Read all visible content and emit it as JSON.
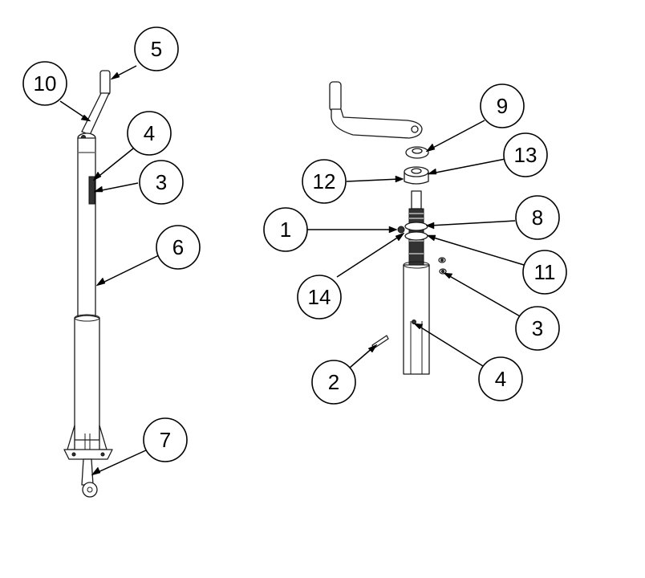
{
  "assembled_view": {
    "callouts": [
      {
        "id": "10",
        "label": "10"
      },
      {
        "id": "5",
        "label": "5"
      },
      {
        "id": "4",
        "label": "4"
      },
      {
        "id": "3",
        "label": "3"
      },
      {
        "id": "6",
        "label": "6"
      },
      {
        "id": "7",
        "label": "7"
      }
    ]
  },
  "exploded_view": {
    "callouts": [
      {
        "id": "9",
        "label": "9"
      },
      {
        "id": "13",
        "label": "13"
      },
      {
        "id": "12",
        "label": "12"
      },
      {
        "id": "1",
        "label": "1"
      },
      {
        "id": "8",
        "label": "8"
      },
      {
        "id": "11",
        "label": "11"
      },
      {
        "id": "14",
        "label": "14"
      },
      {
        "id": "3",
        "label": "3"
      },
      {
        "id": "2",
        "label": "2"
      },
      {
        "id": "4",
        "label": "4"
      }
    ]
  },
  "colors": {
    "line": "#1a1a1a",
    "background": "#ffffff",
    "shading": "#333333"
  }
}
